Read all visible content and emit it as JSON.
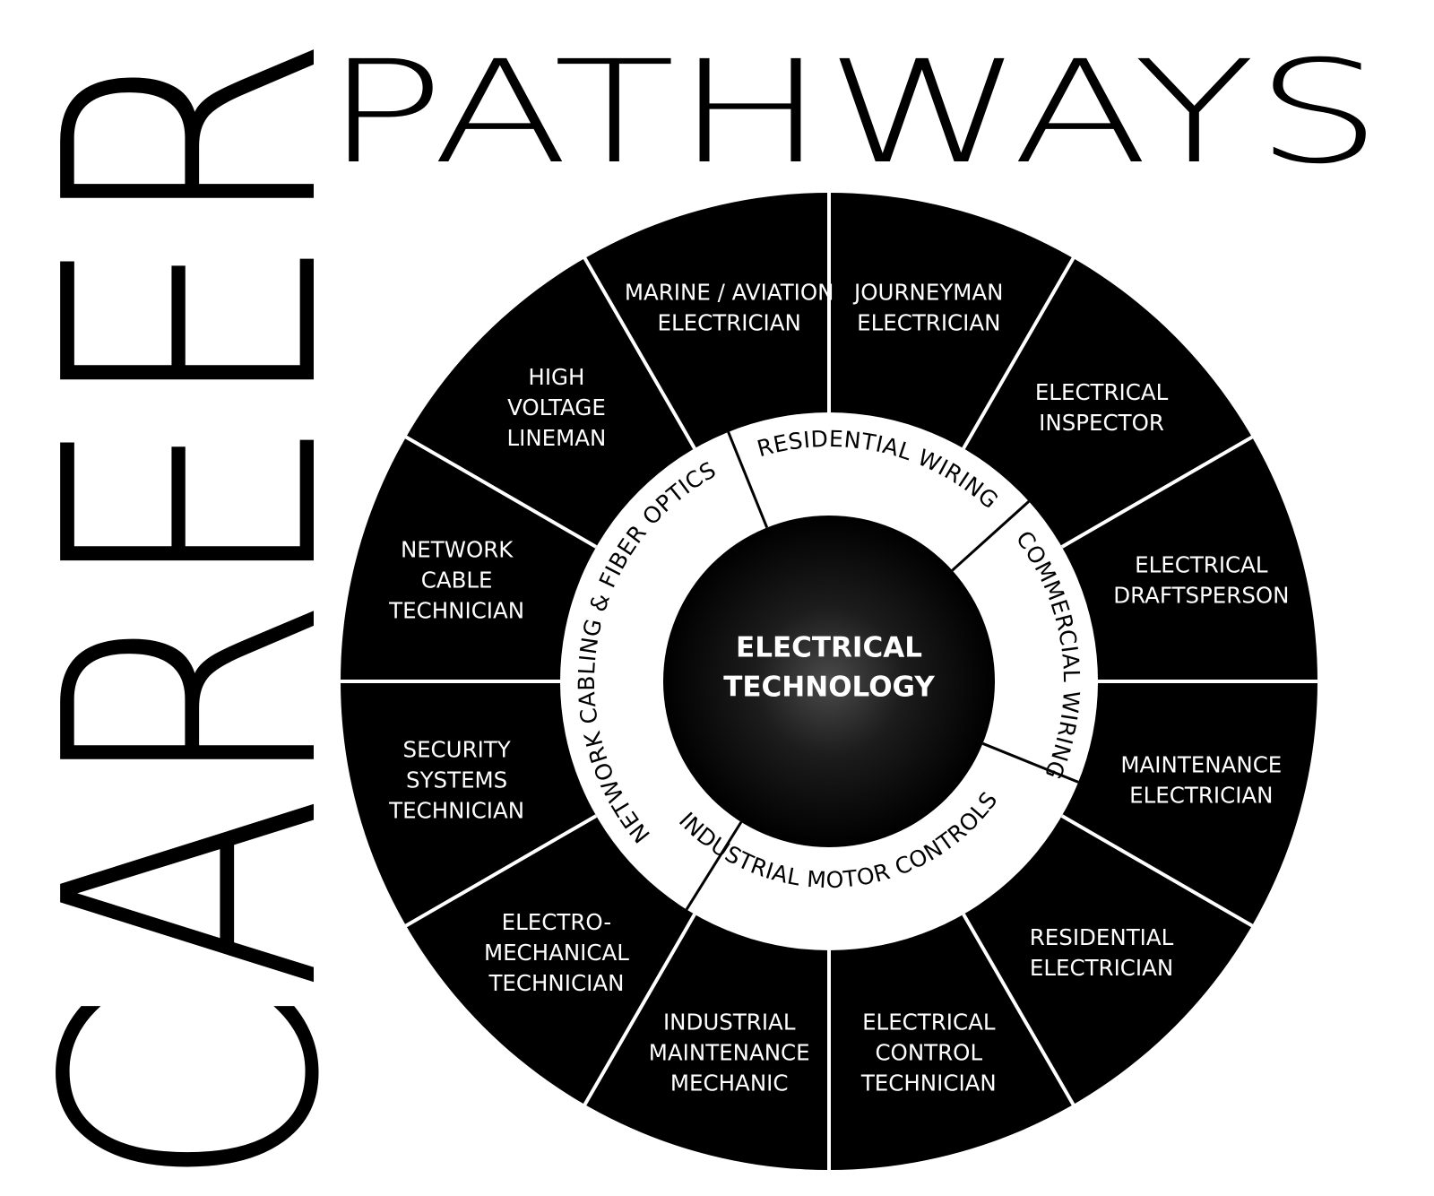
{
  "title": {
    "career": "CAREER",
    "pathways": "PATHWAYS"
  },
  "center": {
    "lines": [
      "ELECTRICAL",
      "TECHNOLOGY"
    ]
  },
  "inner_ring": [
    {
      "label": "RESIDENTIAL WIRING"
    },
    {
      "label": "COMMERCIAL WIRING"
    },
    {
      "label": "INDUSTRIAL MOTOR CONTROLS"
    },
    {
      "label": "NETWORK CABLING & FIBER OPTICS"
    }
  ],
  "outer_ring": [
    {
      "lines": [
        "JOURNEYMAN",
        "ELECTRICIAN"
      ]
    },
    {
      "lines": [
        "ELECTRICAL",
        "INSPECTOR"
      ]
    },
    {
      "lines": [
        "ELECTRICAL",
        "DRAFTSPERSON"
      ]
    },
    {
      "lines": [
        "MAINTENANCE",
        "ELECTRICIAN"
      ]
    },
    {
      "lines": [
        "RESIDENTIAL",
        "ELECTRICIAN"
      ]
    },
    {
      "lines": [
        "ELECTRICAL",
        "CONTROL",
        "TECHNICIAN"
      ]
    },
    {
      "lines": [
        "INDUSTRIAL",
        "MAINTENANCE",
        "MECHANIC"
      ]
    },
    {
      "lines": [
        "ELECTRO-",
        "MECHANICAL",
        "TECHNICIAN"
      ]
    },
    {
      "lines": [
        "SECURITY",
        "SYSTEMS",
        "TECHNICIAN"
      ]
    },
    {
      "lines": [
        "NETWORK",
        "CABLE",
        "TECHNICIAN"
      ]
    },
    {
      "lines": [
        "HIGH",
        "VOLTAGE",
        "LINEMAN"
      ]
    },
    {
      "lines": [
        "MARINE / AVIATION",
        "ELECTRICIAN"
      ]
    }
  ],
  "colors": {
    "ink": "#000000",
    "paper": "#ffffff"
  }
}
